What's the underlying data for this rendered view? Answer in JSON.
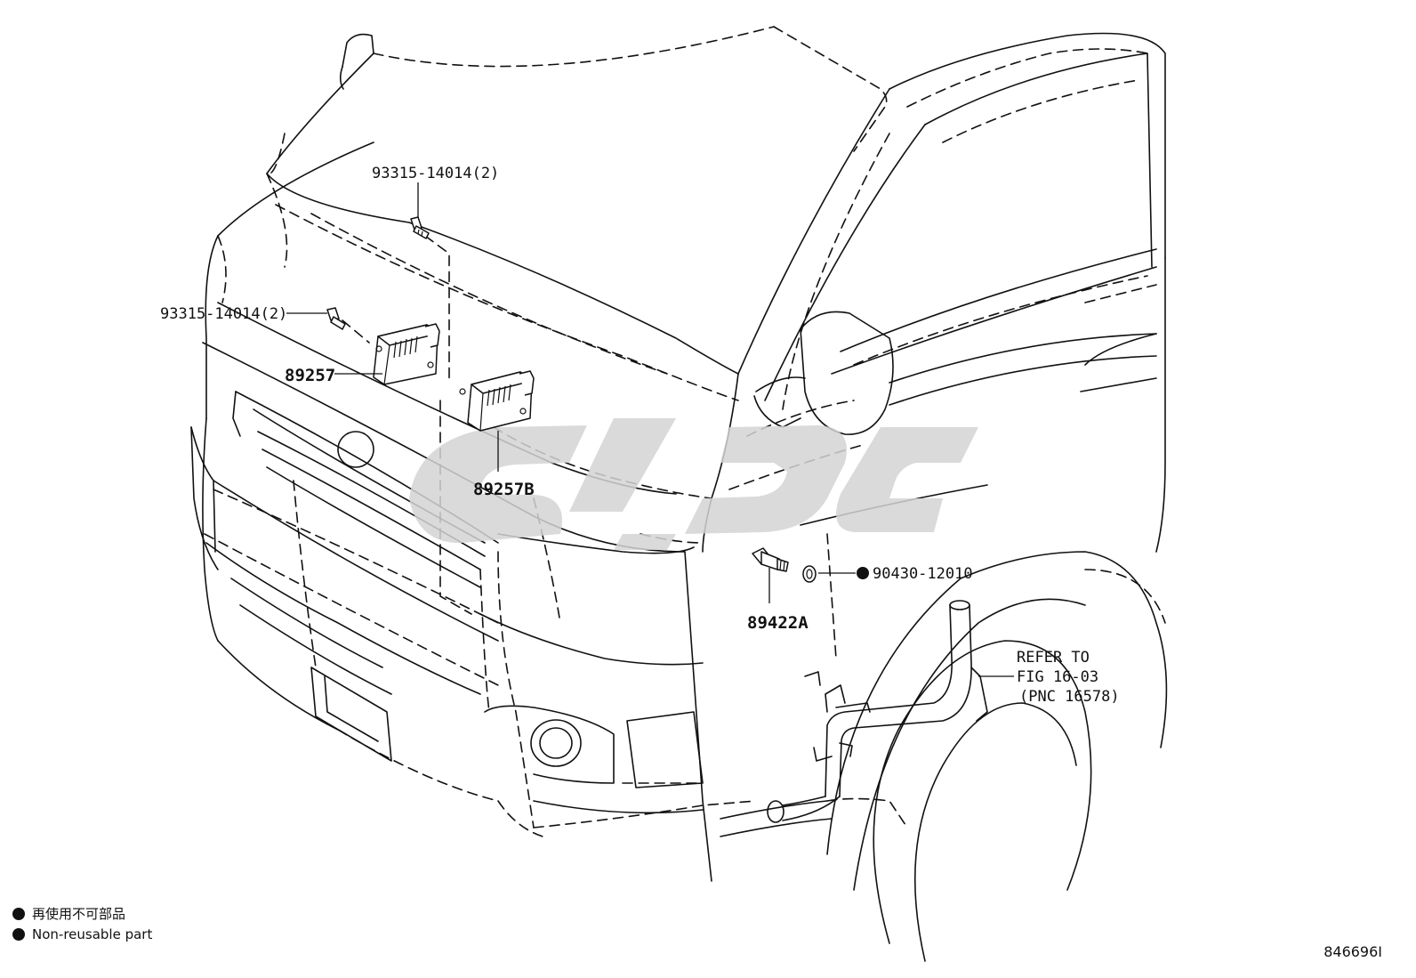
{
  "labels": {
    "screw_top": "93315-14014(2)",
    "screw_left": "93315-14014(2)",
    "part_89257": "89257",
    "part_89257b": "89257B",
    "part_89422a": "89422A",
    "gasket": "90430-12010",
    "refer_line1": "REFER TO",
    "refer_line2": "FIG 16-03",
    "refer_line3": "(PNC 16578)"
  },
  "legend": {
    "jp": "再使用不可部品",
    "en": "Non-reusable part"
  },
  "drawing_number": "846696I"
}
